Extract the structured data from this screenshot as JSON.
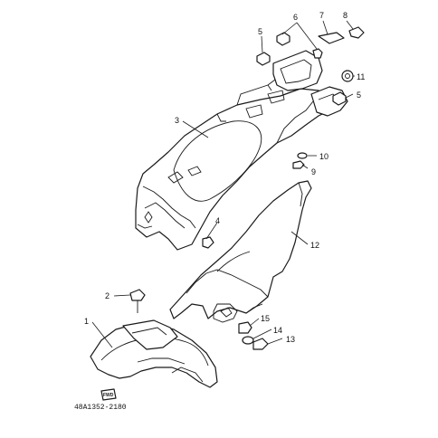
{
  "diagram": {
    "callouts": [
      "1",
      "2",
      "3",
      "4",
      "5",
      "5",
      "6",
      "7",
      "8",
      "9",
      "10",
      "11",
      "12",
      "13",
      "14",
      "15"
    ],
    "part_code": "48A1352-2180",
    "direction_mark": "FWD",
    "colors": {
      "line": "#1a1a1a",
      "background": "#ffffff"
    }
  }
}
